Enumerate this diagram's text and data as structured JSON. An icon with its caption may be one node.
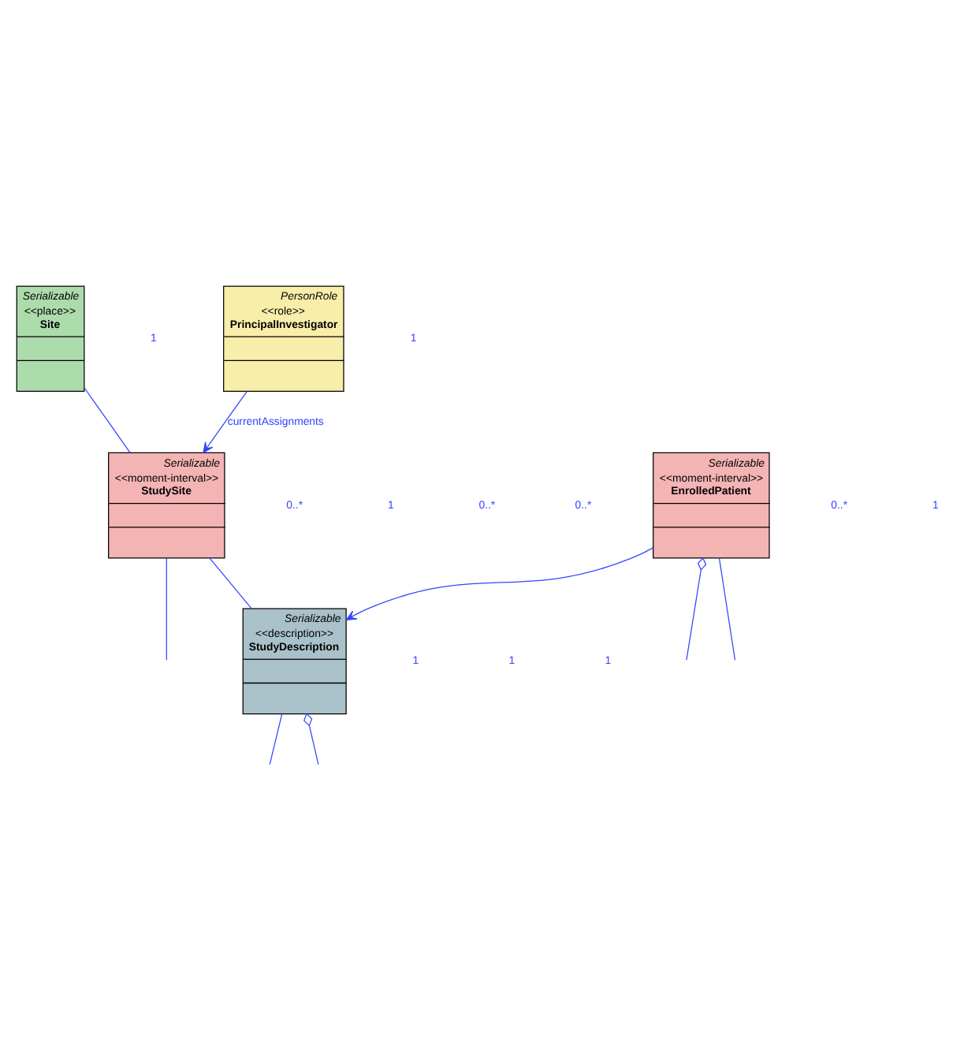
{
  "diagram": {
    "nodes": [
      {
        "text": [
          "Serializable",
          "<<place>>",
          "Site"
        ]
      },
      {
        "text": [
          "PersonRole",
          "<<role>>",
          "PrincipalInvestigator"
        ]
      },
      {
        "text": [
          "Serializable",
          "<<moment-interval>>",
          "StudySite"
        ]
      },
      {
        "text": [
          "Serializable",
          "<<description>>",
          "StudyDescription"
        ]
      },
      {
        "text": [
          "Serializable",
          "<<moment-interval>>",
          "EnrolledPatient"
        ]
      }
    ],
    "edges": [
      {
        "from": 0,
        "to": 2,
        "arrow": "none"
      },
      {
        "from": 1,
        "to": 2,
        "arrow": "to",
        "label": "currentAssignments"
      },
      {
        "from": 2,
        "to": 3,
        "arrow": "none"
      },
      {
        "from": 2,
        "to": null,
        "arrow": "none"
      },
      {
        "from": 4,
        "to": 3,
        "arrow": "to"
      },
      {
        "from": 4,
        "to": null,
        "arrow": "none"
      },
      {
        "from": 4,
        "to": null,
        "arrow": "other"
      },
      {
        "from": 3,
        "to": null,
        "arrow": "none"
      },
      {
        "from": 3,
        "to": null,
        "arrow": "other"
      }
    ],
    "labels": [
      "1",
      "1",
      "0..*",
      "0..*",
      "1",
      "0..*",
      "1",
      "1",
      "1",
      "0..*",
      "1"
    ]
  }
}
